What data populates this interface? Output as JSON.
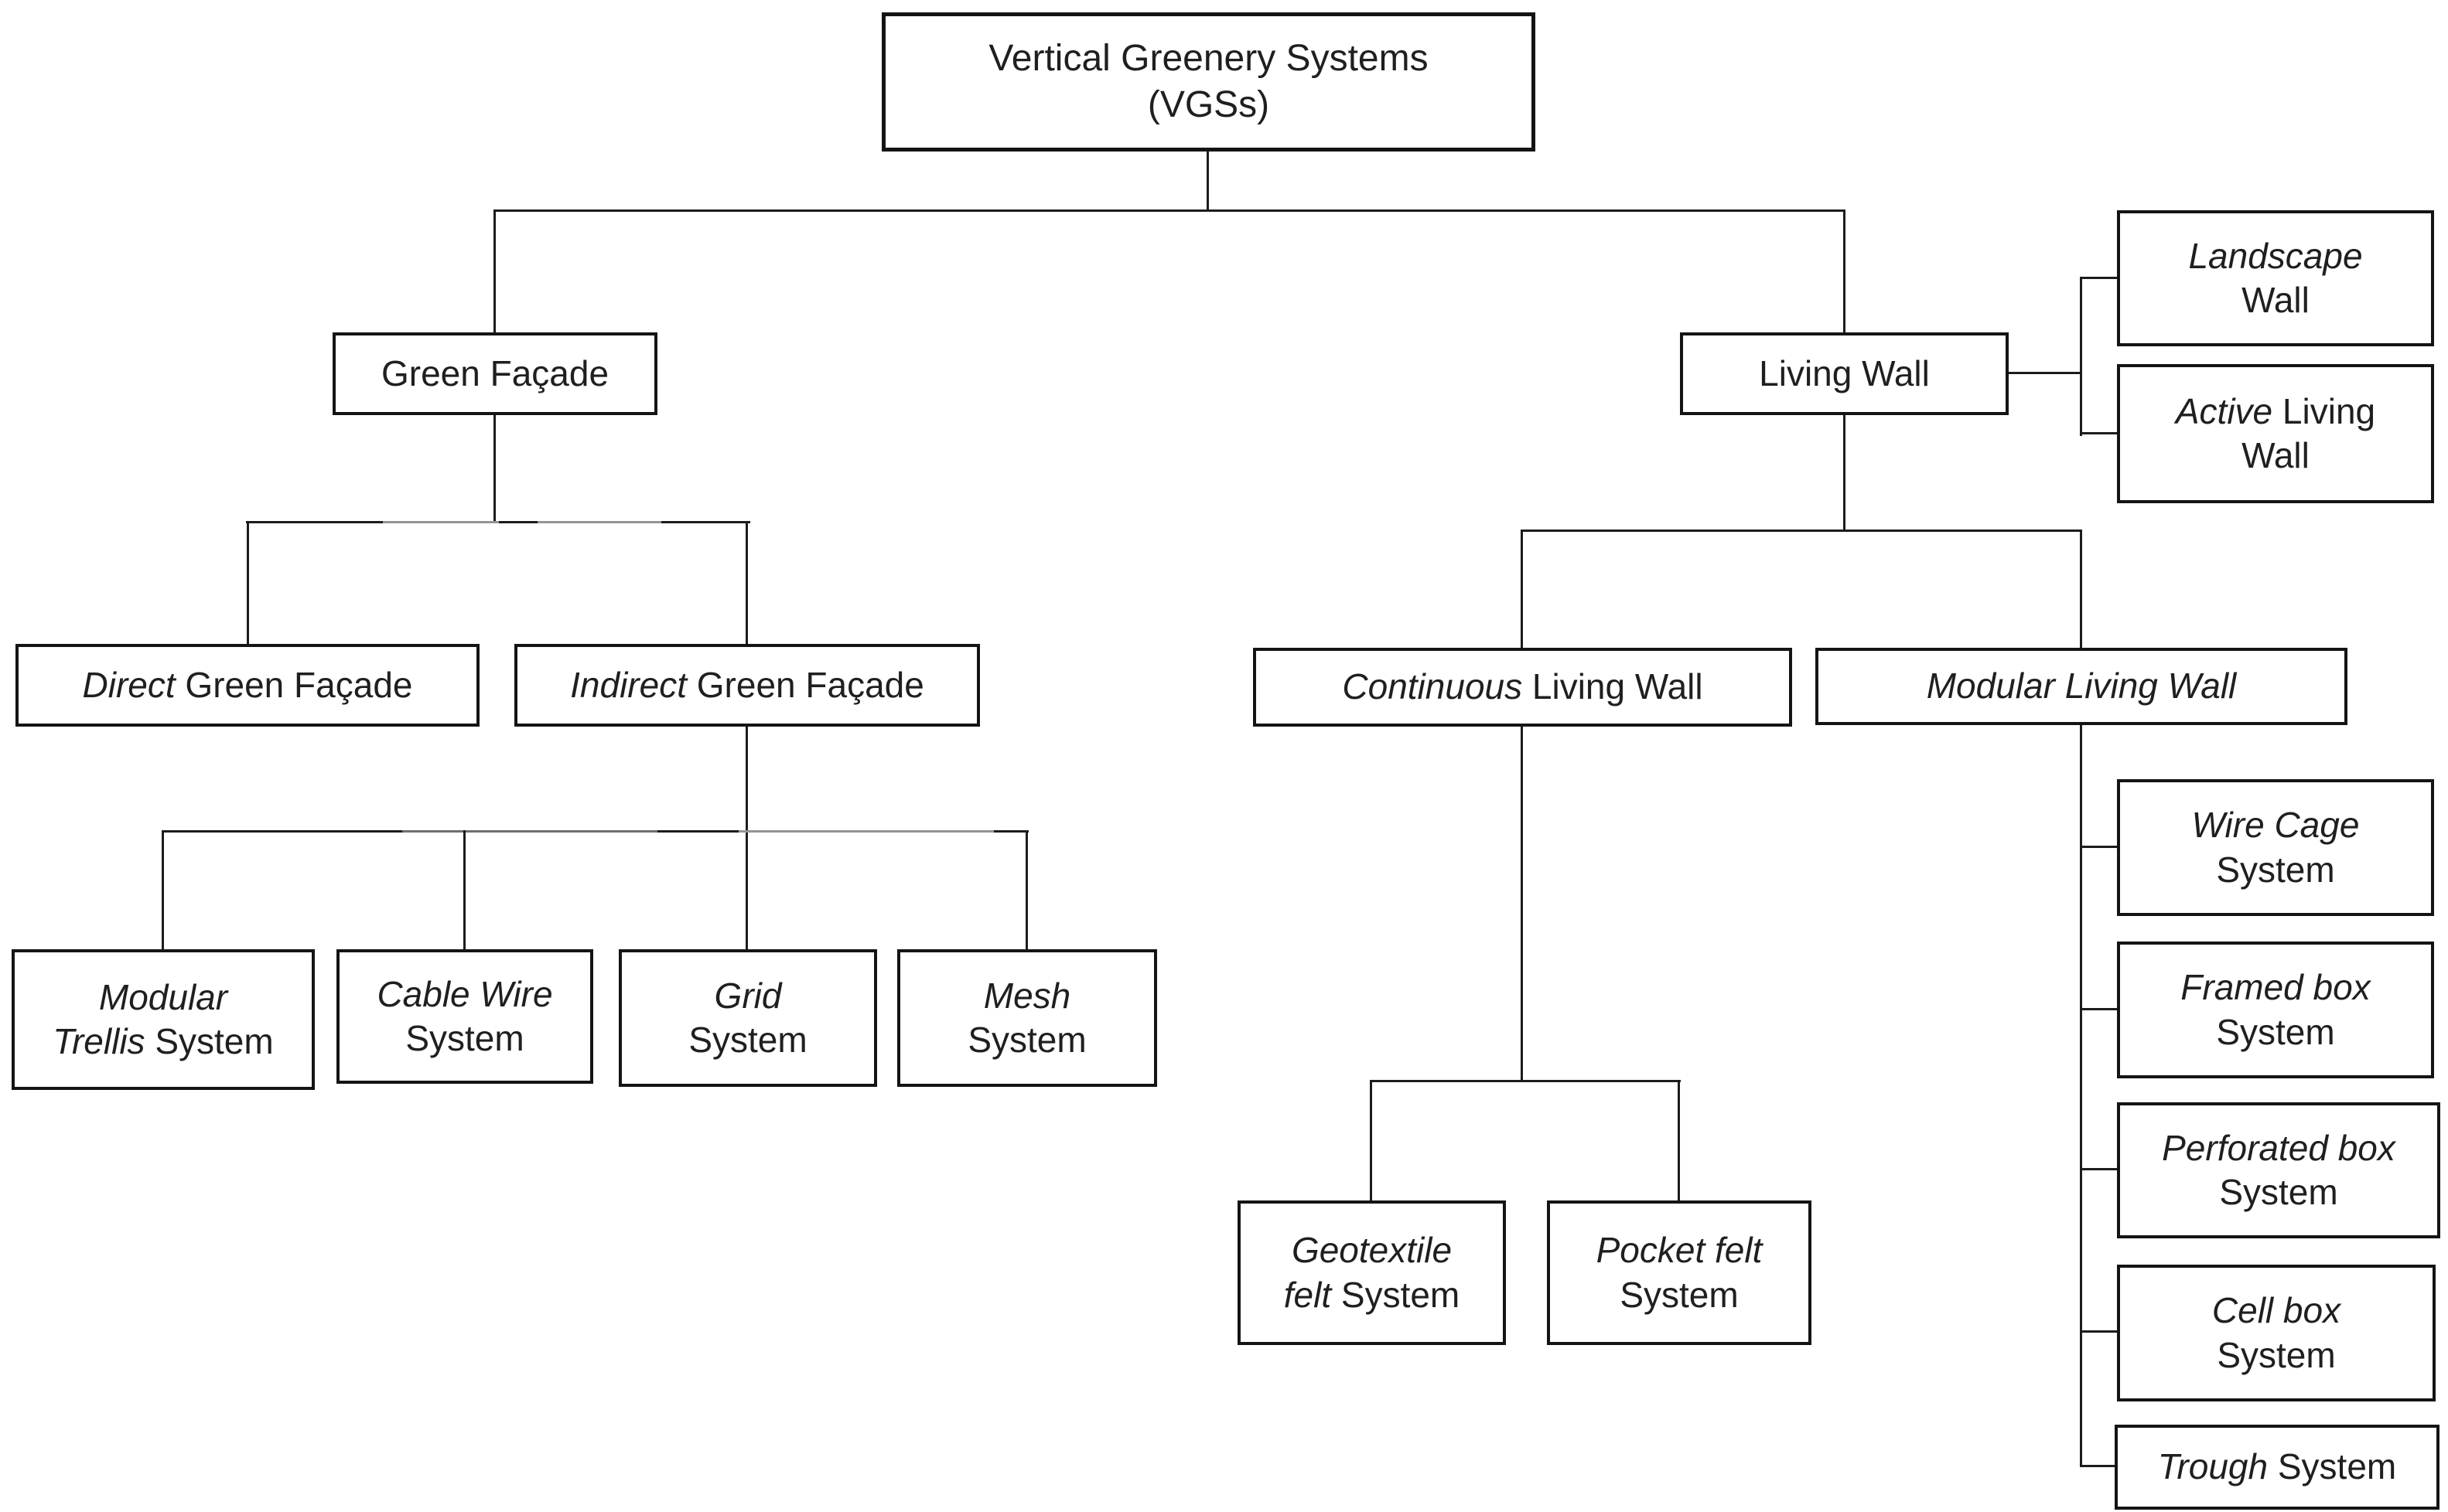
{
  "nodes": {
    "vgs": {
      "line1": [
        "Vertical Greenery Systems"
      ],
      "line2": [
        "(VGSs)"
      ]
    },
    "green_facade": {
      "line1": [
        "Green Façade"
      ]
    },
    "living_wall": {
      "line1": [
        "Living Wall"
      ]
    },
    "landscape_wall": {
      "line1": [
        "Landscape"
      ],
      "line2": [
        "Wall"
      ]
    },
    "active_living_wall": {
      "line1": [
        "Active",
        " Living"
      ],
      "line2": [
        "Wall"
      ]
    },
    "direct_green_facade": {
      "line1": [
        "Direct",
        " Green Façade"
      ]
    },
    "indirect_green_facade": {
      "line1": [
        "Indirect",
        " Green Façade"
      ]
    },
    "modular_trellis": {
      "line1": [
        "Modular"
      ],
      "line2": [
        "Trellis",
        " System"
      ]
    },
    "cable_wire": {
      "line1": [
        "Cable Wire"
      ],
      "line2": [
        "System"
      ]
    },
    "grid": {
      "line1": [
        "Grid"
      ],
      "line2": [
        "System"
      ]
    },
    "mesh": {
      "line1": [
        "Mesh"
      ],
      "line2": [
        "System"
      ]
    },
    "continuous_living_wall": {
      "line1": [
        "Continuous",
        " Living Wall"
      ]
    },
    "modular_living_wall": {
      "line1": [
        "Modular Living Wall"
      ]
    },
    "geotextile_felt": {
      "line1": [
        "Geotextile"
      ],
      "line2": [
        "felt",
        " System"
      ]
    },
    "pocket_felt": {
      "line1": [
        "Pocket felt"
      ],
      "line2": [
        "System"
      ]
    },
    "wire_cage": {
      "line1": [
        "Wire Cage"
      ],
      "line2": [
        "System"
      ]
    },
    "framed_box": {
      "line1": [
        "Framed box"
      ],
      "line2": [
        "System"
      ]
    },
    "perforated_box": {
      "line1": [
        "Perforated box"
      ],
      "line2": [
        "System"
      ]
    },
    "cell_box": {
      "line1": [
        "Cell box"
      ],
      "line2": [
        "System"
      ]
    },
    "trough": {
      "line1": [
        "Trough",
        " System"
      ]
    }
  },
  "colors": {
    "line": "#1c1c1c",
    "line_gray": "#8e8e8e",
    "border": "#141414",
    "text": "#1f1f1f",
    "background": "#ffffff"
  }
}
